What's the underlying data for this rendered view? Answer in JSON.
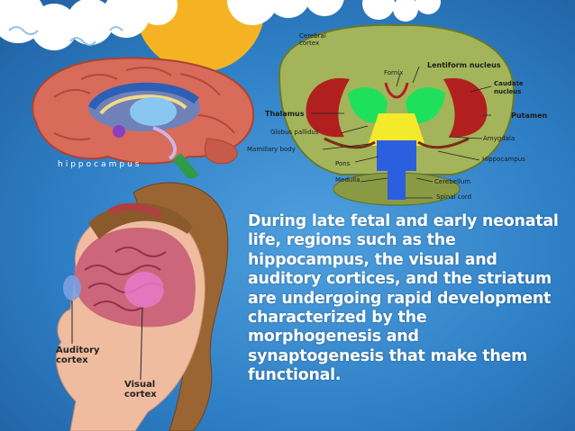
{
  "slide": {
    "body_text": "During late fetal and early neonatal life, regions such as the hippocampus, the visual and auditory cortices, and the striatum are undergoing rapid development characterized by the morphogenesis and synaptogenesis that make them functional."
  },
  "hippocampus_figure": {
    "caption": "hippocampus"
  },
  "brain_section": {
    "labels": {
      "cerebral_cortex": "Cerebral cortex",
      "fornix": "Fornix",
      "lentiform_nucleus": "Lentiform nucleus",
      "caudate_nucleus": "Caudate nucleus",
      "thalamus": "Thalamus",
      "putamen": "Putamen",
      "globus_pallidus": "Globus pallidus",
      "amygdala": "Amygdala",
      "mamillary_body": "Mamillary body",
      "hippocampus": "Hippocampus",
      "pons": "Pons",
      "medulla": "Medulla",
      "cerebellum": "Cerebellum",
      "spinal_cord": "Spinal cord"
    }
  },
  "head_figure": {
    "auditory_label": "Auditory cortex",
    "visual_label": "Visual cortex"
  },
  "colors": {
    "background": "#2f7fc6",
    "sun": "#f5b324",
    "cloud": "#ffffff",
    "text": "#ffffff"
  }
}
